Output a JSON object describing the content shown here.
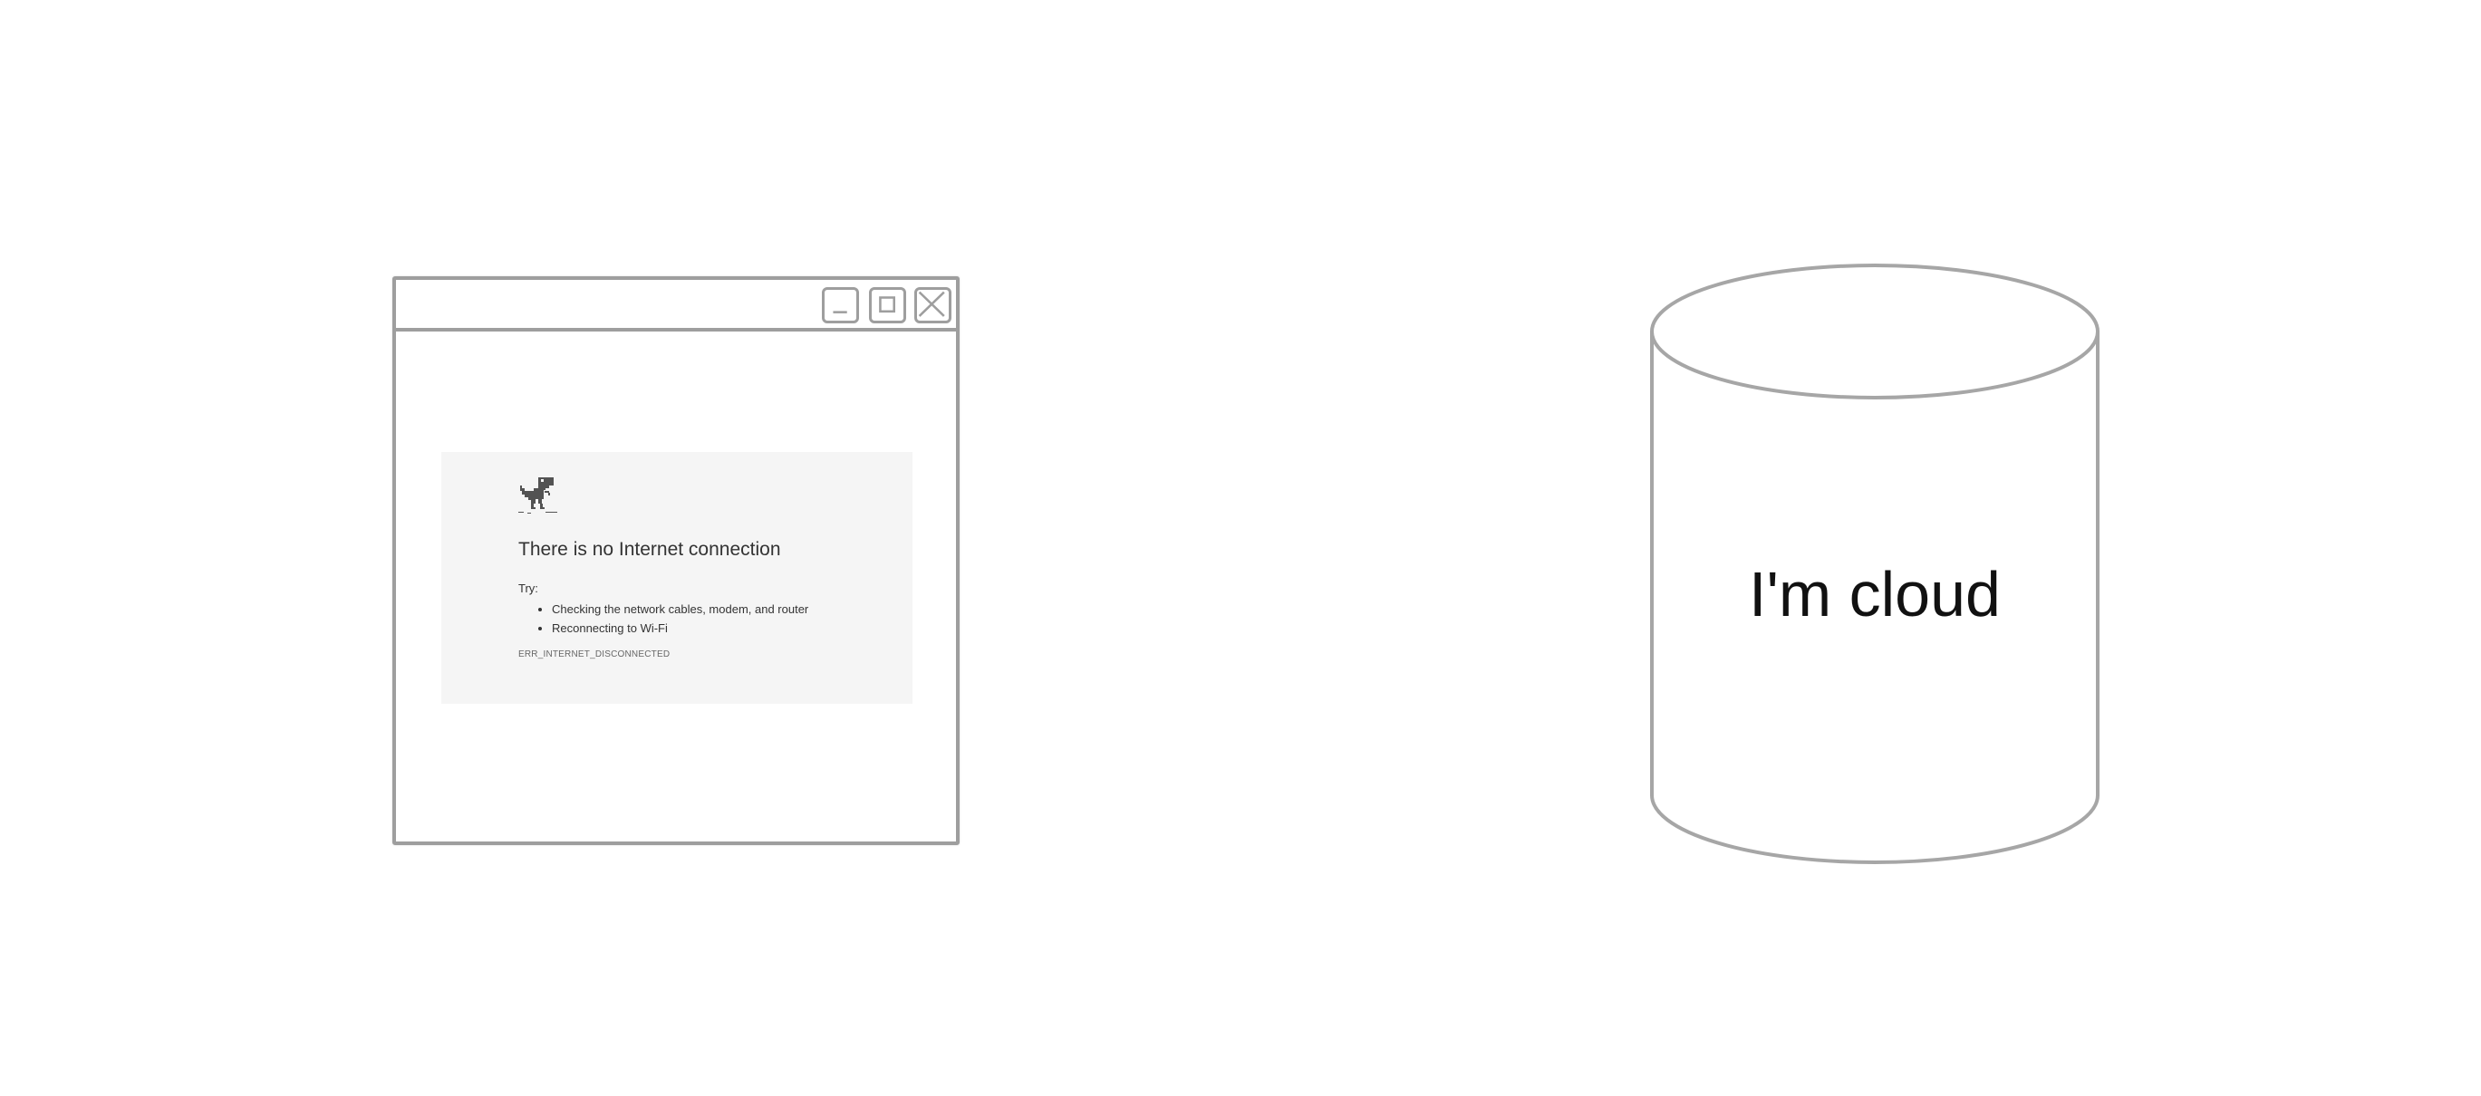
{
  "browser_window": {
    "controls": {
      "minimize": "minimize-icon",
      "maximize": "maximize-icon",
      "close": "close-icon"
    },
    "error_page": {
      "icon": "dinosaur-icon",
      "title": "There is no Internet connection",
      "try_label": "Try:",
      "suggestions": [
        "Checking the network cables, modem, and router",
        "Reconnecting to Wi-Fi"
      ],
      "error_code": "ERR_INTERNET_DISCONNECTED"
    }
  },
  "cylinder": {
    "label": "I'm cloud"
  },
  "colors": {
    "outline": "#9e9e9e",
    "card_background": "#f5f5f5",
    "text": "#333333"
  }
}
